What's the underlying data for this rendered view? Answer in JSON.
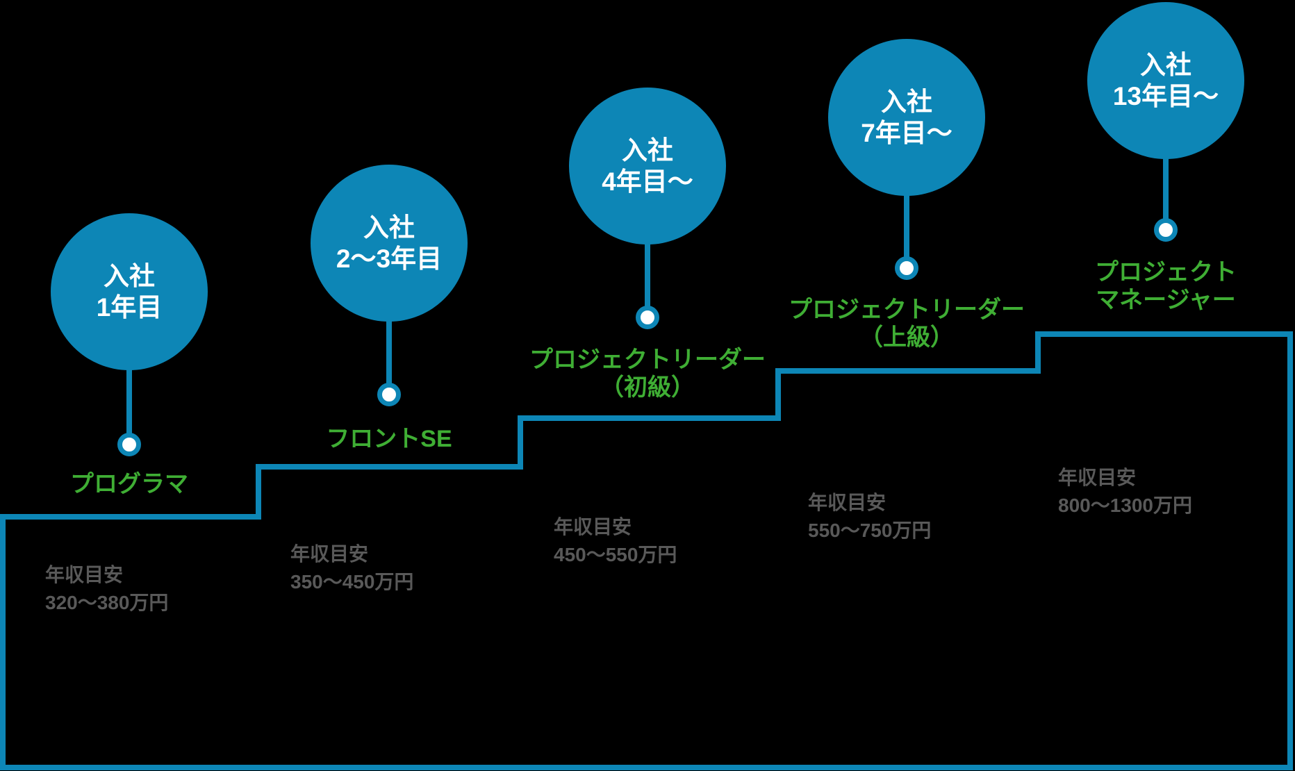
{
  "diagram_title": "",
  "colors": {
    "bg": "#000000",
    "blue": "#0d86b6",
    "green": "#3fae34",
    "gray": "#595959",
    "circle_text": "#ffffff"
  },
  "milestones": [
    {
      "tenure_line1": "入社",
      "tenure_line2": "1年目",
      "role_line1": "プログラマ",
      "role_line2": "",
      "salary_label": "年収目安",
      "salary_value": "320〜380万円"
    },
    {
      "tenure_line1": "入社",
      "tenure_line2": "2〜3年目",
      "role_line1": "フロントSE",
      "role_line2": "",
      "salary_label": "年収目安",
      "salary_value": "350〜450万円"
    },
    {
      "tenure_line1": "入社",
      "tenure_line2": "4年目〜",
      "role_line1": "プロジェクトリーダー",
      "role_line2": "（初級）",
      "salary_label": "年収目安",
      "salary_value": "450〜550万円"
    },
    {
      "tenure_line1": "入社",
      "tenure_line2": "7年目〜",
      "role_line1": "プロジェクトリーダー",
      "role_line2": "（上級）",
      "salary_label": "年収目安",
      "salary_value": "550〜750万円"
    },
    {
      "tenure_line1": "入社",
      "tenure_line2": "13年目〜",
      "role_line1": "プロジェクト",
      "role_line2": "マネージャー",
      "salary_label": "年収目安",
      "salary_value": "800〜1300万円"
    }
  ]
}
